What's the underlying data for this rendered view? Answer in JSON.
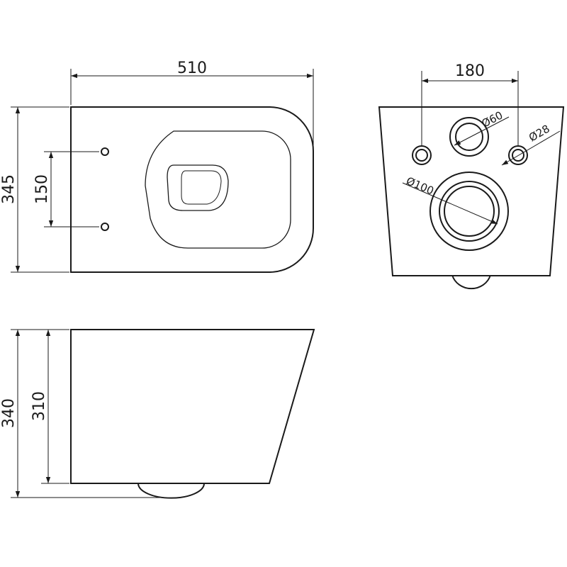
{
  "dimensions": {
    "top_width": "510",
    "top_depth": "345",
    "top_hole_spacing": "150",
    "rear_bolt_spacing": "180",
    "rear_inlet_diameter": "Ø60",
    "rear_bolt_diameter": "Ø28",
    "rear_outlet_diameter": "Ø100",
    "side_total_height": "340",
    "side_body_height": "310"
  }
}
